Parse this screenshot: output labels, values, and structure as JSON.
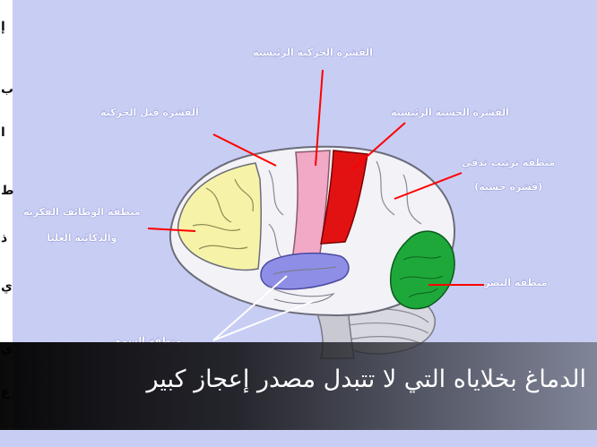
{
  "diagram": {
    "labels": {
      "primary_motor": "القشرة الحركية الرئيسية",
      "premotor": "القشرة قبل الحركية",
      "sensory": "القشرة الحسية الرئيسية",
      "association": [
        "منطقة ترتيب تدقي",
        "(قشرة حسية)"
      ],
      "higher_functions": [
        "منطقة الوظائف الفكرية",
        "والذكائية العليا"
      ],
      "vision": "منطقة البصر",
      "hearing": "منطقة السمع"
    },
    "caption": "الدماغ بخلاياه التي لا تتبدل مصدر إعجاز كبير",
    "edge_chars": [
      "إ",
      "ب",
      "ا",
      "ط",
      "ذ",
      "ي",
      "ي",
      "ع"
    ],
    "colors": {
      "background": "#c8cdf3",
      "frontal": "#f6f3a8",
      "premotor_strip": "#f2a9c6",
      "motor_strip": "#e31212",
      "temporal": "#8e8ee6",
      "occipital": "#1fa83a",
      "cortex": "#f2f2f7",
      "pointer": "#ff0000"
    }
  }
}
